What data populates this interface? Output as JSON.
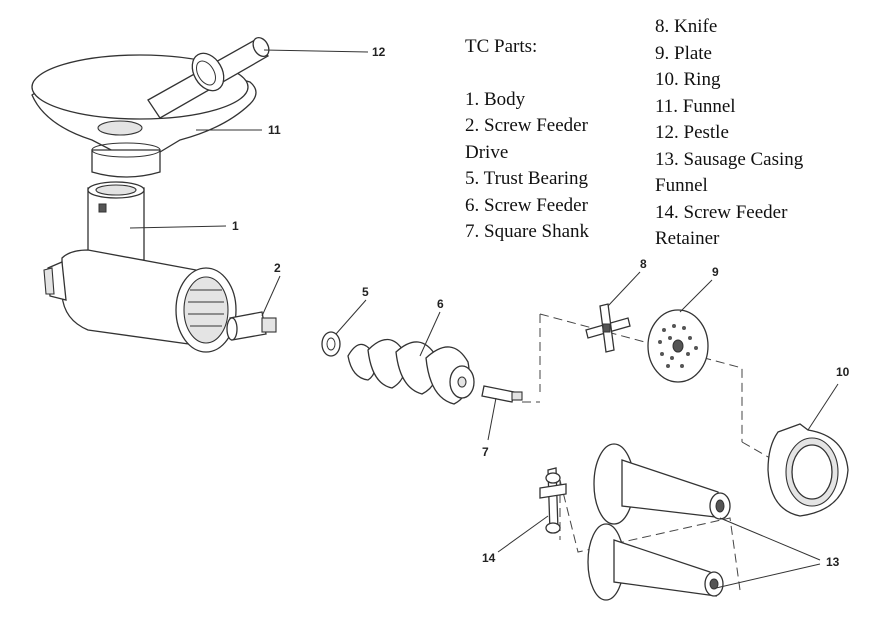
{
  "legend": {
    "title": "TC Parts:",
    "left_items": [
      "1. Body",
      "2. Screw Feeder",
      "Drive",
      "5. Trust Bearing",
      "6. Screw Feeder",
      "7. Square Shank"
    ],
    "right_items": [
      "8. Knife",
      "9. Plate",
      "10. Ring",
      "11. Funnel",
      "12. Pestle",
      "13. Sausage Casing",
      "Funnel",
      "14. Screw Feeder",
      "Retainer"
    ]
  },
  "callouts": {
    "body": "1",
    "screw_feeder_drive": "2",
    "trust_bearing": "5",
    "screw_feeder": "6",
    "square_shank": "7",
    "knife": "8",
    "plate": "9",
    "ring": "10",
    "funnel": "11",
    "pestle": "12",
    "sausage_casing_funnel": "13",
    "screw_feeder_retainer": "14"
  }
}
